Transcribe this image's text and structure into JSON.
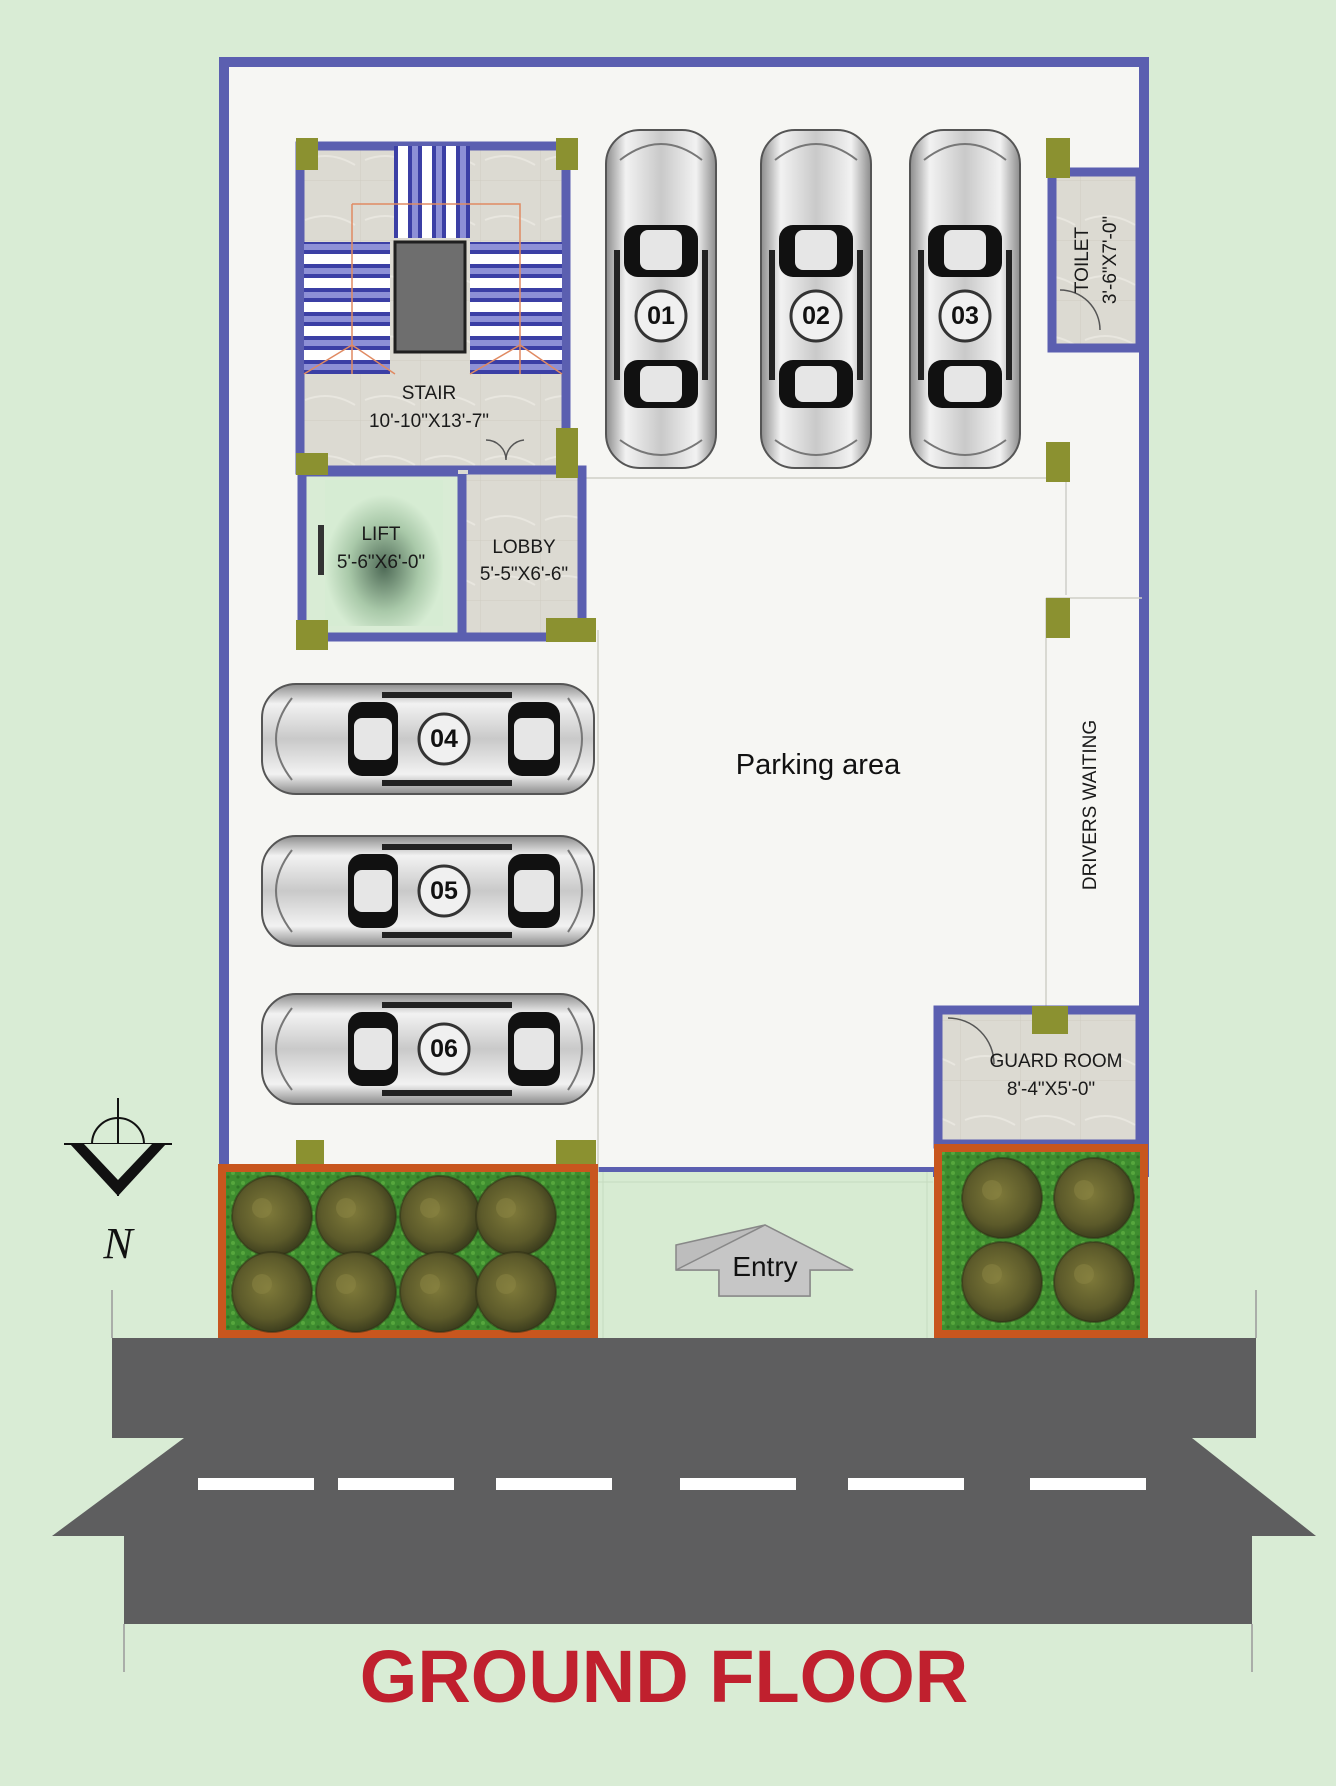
{
  "plan": {
    "title": "GROUND FLOOR",
    "north": "N",
    "parking": "Parking area",
    "entry": "Entry",
    "drivers_waiting": "DRIVERS WAITING",
    "stair": {
      "name": "STAIR",
      "size": "10'-10\"X13'-7\""
    },
    "lift": {
      "name": "LIFT",
      "size": "5'-6\"X6'-0\""
    },
    "lobby": {
      "name": "LOBBY",
      "size": "5'-5\"X6'-6\""
    },
    "toilet": {
      "name": "TOILET",
      "size": "3'-6\"X7'-0\""
    },
    "guard_room": {
      "name": "GUARD ROOM",
      "size": "8'-4\"X5'-0\""
    },
    "cars": [
      "01",
      "02",
      "03",
      "04",
      "05",
      "06"
    ]
  },
  "colors": {
    "background": "#d9ecd5",
    "wall": "#5b5fb0",
    "column": "#8b9130",
    "floor": "#f6f6f3",
    "tile": "#dcdad2",
    "road": "#5e5e5f",
    "title": "#c0202e",
    "planter_border": "#c8561e",
    "grass": "#3e8d2f"
  }
}
